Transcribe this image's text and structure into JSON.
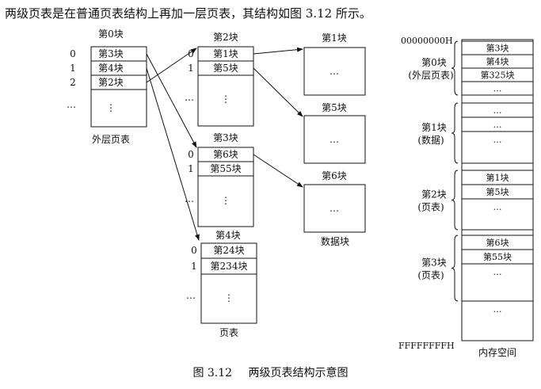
{
  "intro_text": "两级页表是在普通页表结构上再加一层页表，其结构如图 3.12 所示。",
  "caption": {
    "number": "图 3.12",
    "title": "两级页表结构示意图"
  },
  "outer_table": {
    "header": "第0块",
    "indices": [
      "0",
      "1",
      "2",
      "…"
    ],
    "cells": [
      "第3块",
      "第4块",
      "第2块"
    ],
    "ellipsis": "⋮",
    "label": "外层页表"
  },
  "page_tables": [
    {
      "header": "第2块",
      "indices": [
        "0",
        "1",
        "…"
      ],
      "cells": [
        "第1块",
        "第5块"
      ],
      "ellipsis": "⋮"
    },
    {
      "header": "第3块",
      "indices": [
        "0",
        "1",
        "…"
      ],
      "cells": [
        "第6块",
        "第55块"
      ],
      "ellipsis": "⋮"
    },
    {
      "header": "第4块",
      "indices": [
        "0",
        "1",
        "…"
      ],
      "cells": [
        "第24块",
        "第234块"
      ],
      "ellipsis": "⋮"
    }
  ],
  "page_tables_label": "页表",
  "data_blocks": [
    {
      "header": "第1块",
      "content": "…"
    },
    {
      "header": "第5块",
      "content": "…"
    },
    {
      "header": "第6块",
      "content": "…"
    }
  ],
  "data_blocks_label": "数据块",
  "memory": {
    "start_addr": "00000000H",
    "end_addr": "FFFFFFFFH",
    "label": "内存空间",
    "cells": [
      "第3块",
      "第4块",
      "第325块",
      "…",
      "…",
      "…",
      "…",
      "第1块",
      "第5块",
      "…",
      "第6块",
      "第55块",
      "…",
      "…"
    ],
    "groups": [
      {
        "line1": "第0块",
        "line2": "(外层页表)"
      },
      {
        "line1": "第1块",
        "line2": "(数据)"
      },
      {
        "line1": "第2块",
        "line2": "(页表)"
      },
      {
        "line1": "第3块",
        "line2": "(页表)"
      }
    ]
  }
}
